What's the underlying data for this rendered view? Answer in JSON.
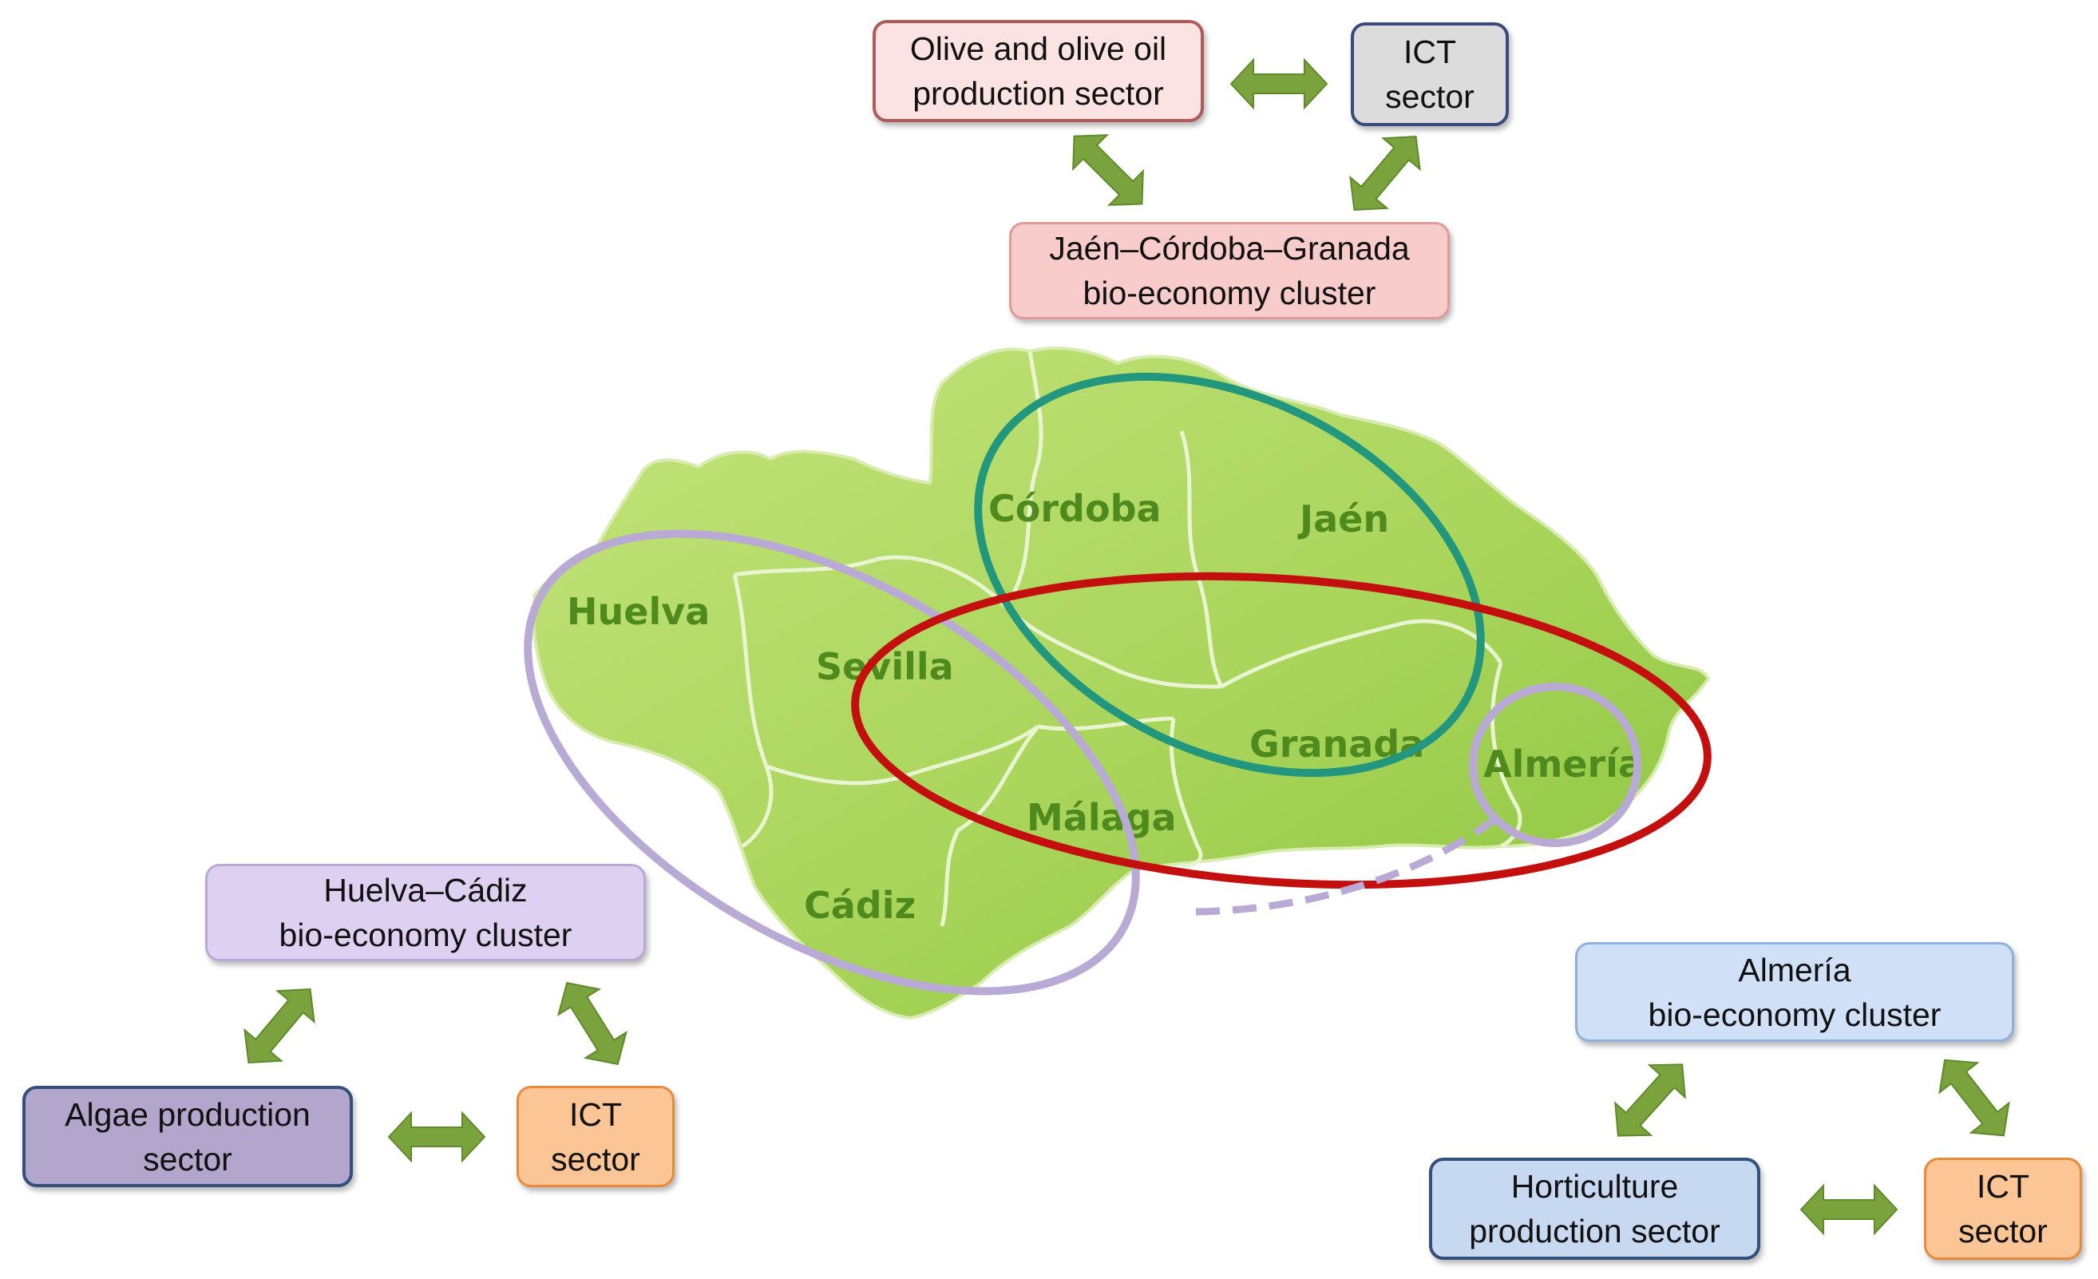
{
  "map": {
    "provinces": {
      "cordoba": "Córdoba",
      "jaen": "Jaén",
      "huelva": "Huelva",
      "sevilla": "Sevilla",
      "granada": "Granada",
      "almeria": "Almería",
      "malaga": "Málaga",
      "cadiz": "Cádiz"
    },
    "fill_color": "#a9d55b",
    "border_color": "#e3f2c4"
  },
  "clusters": {
    "jaen_cordoba_granada": {
      "line1": "Jaén–Córdoba–Granada",
      "line2": "bio-economy cluster",
      "outline_color": "#23977d",
      "box_color": "#f9cccc"
    },
    "huelva_cadiz": {
      "line1": "Huelva–Cádiz",
      "line2": "bio-economy cluster",
      "outline_color": "#b8a9d5",
      "box_color": "#ddd0f0"
    },
    "almeria": {
      "line1": "Almería",
      "line2": "bio-economy cluster",
      "box_color": "#cfe0f7"
    },
    "andalusia_wide_outline_color": "#c40f0f"
  },
  "sectors": {
    "olive": {
      "line1": "Olive and olive oil",
      "line2": "production sector"
    },
    "ict_top": {
      "line1": "ICT",
      "line2": "sector"
    },
    "algae": {
      "line1": "Algae production",
      "line2": "sector"
    },
    "ict_left": {
      "line1": "ICT",
      "line2": "sector"
    },
    "horticulture": {
      "line1": "Horticulture",
      "line2": "production sector"
    },
    "ict_right": {
      "line1": "ICT",
      "line2": "sector"
    }
  },
  "arrow_color": "#7aa33e"
}
